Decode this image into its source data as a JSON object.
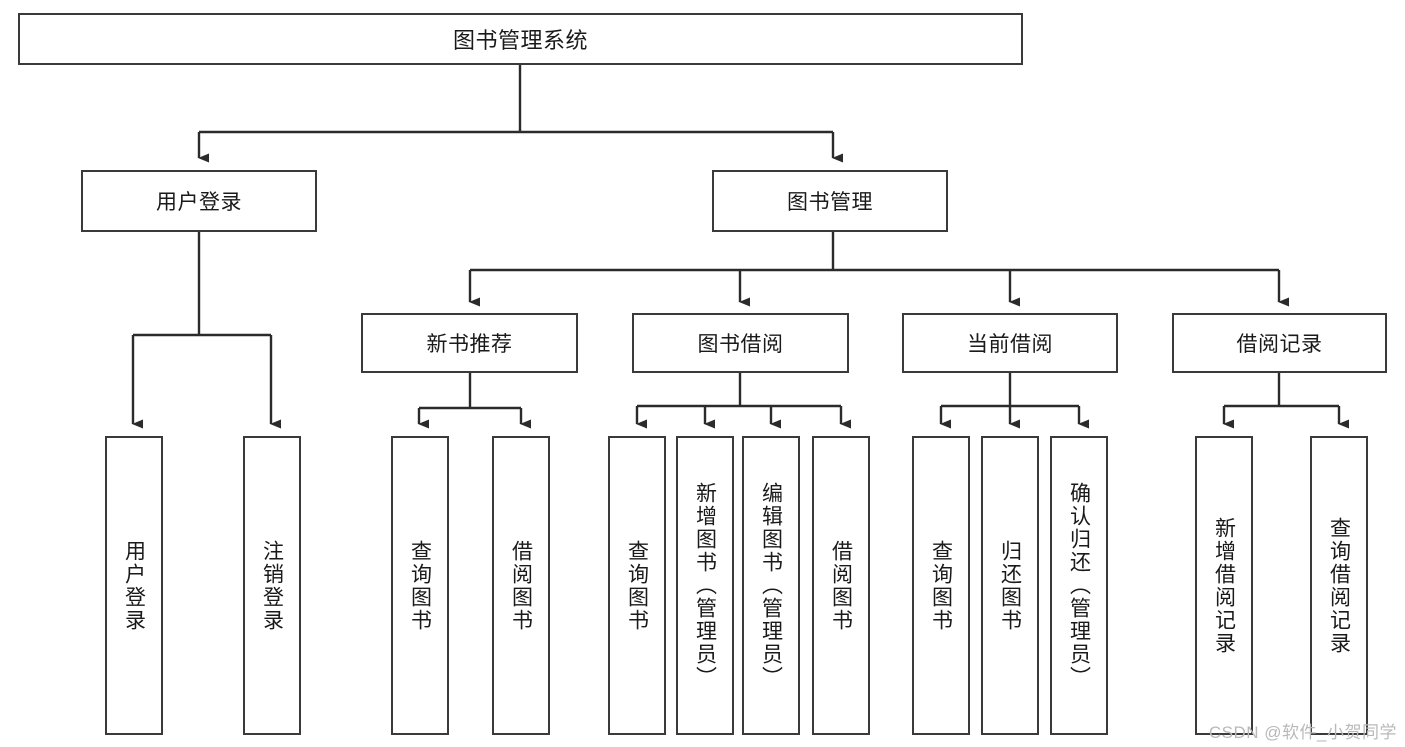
{
  "diagram": {
    "title": "图书管理系统",
    "watermark": "CSDN @软件_小贺同学",
    "colors": {
      "box_border": "#3a3a3a",
      "box_fill": "#ffffff",
      "line": "#2b2b2b",
      "text": "#1a1a1a",
      "watermark": "#b9b9b9"
    },
    "root": {
      "label": "图书管理系统"
    },
    "level1": [
      {
        "label": "用户登录"
      },
      {
        "label": "图书管理"
      }
    ],
    "level2": [
      {
        "label": "新书推荐"
      },
      {
        "label": "图书借阅"
      },
      {
        "label": "当前借阅"
      },
      {
        "label": "借阅记录"
      }
    ],
    "leaves": {
      "user_login": [
        {
          "label": "用户登录"
        },
        {
          "label": "注销登录"
        }
      ],
      "new_book_recommend": [
        {
          "label": "查询图书"
        },
        {
          "label": "借阅图书"
        }
      ],
      "book_borrow": [
        {
          "label": "查询图书"
        },
        {
          "label": "新增图书（管理员）"
        },
        {
          "label": "编辑图书（管理员）"
        },
        {
          "label": "借阅图书"
        }
      ],
      "current_borrow": [
        {
          "label": "查询图书"
        },
        {
          "label": "归还图书"
        },
        {
          "label": "确认归还（管理员）"
        }
      ],
      "borrow_record": [
        {
          "label": "新增借阅记录"
        },
        {
          "label": "查询借阅记录"
        }
      ]
    }
  }
}
